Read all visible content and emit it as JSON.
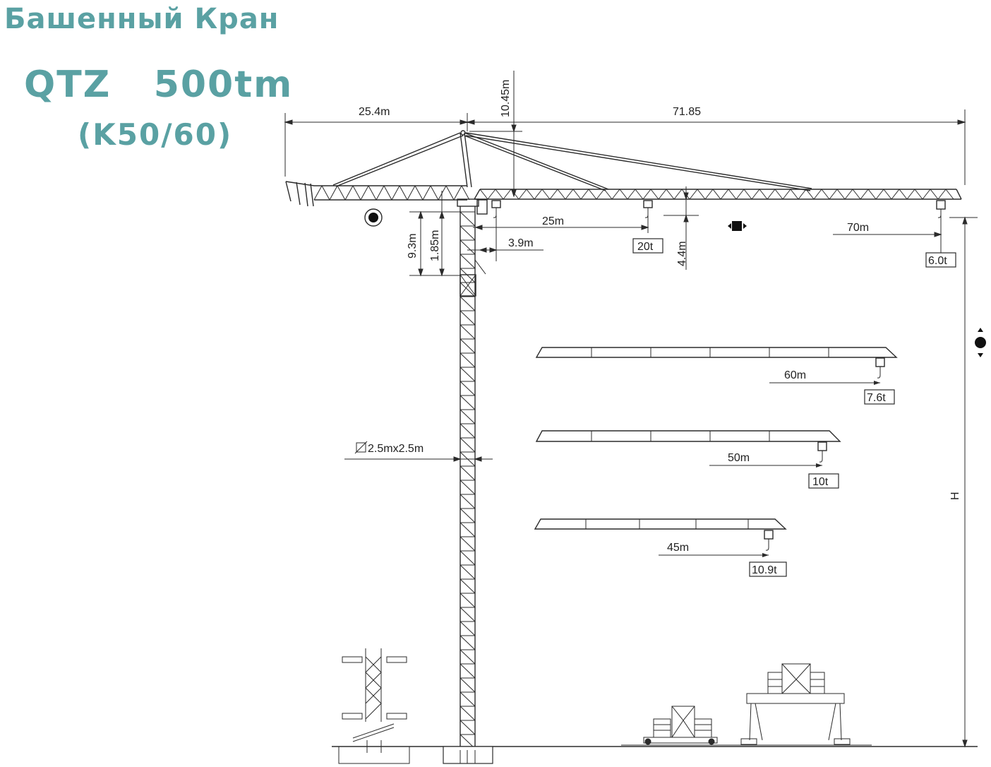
{
  "header": {
    "title": "Башенный Кран",
    "model": "QTZ   500tm",
    "variant": "(K50/60)",
    "title_color": "#5aa1a3"
  },
  "dimensions": {
    "counter_jib": "25.4m",
    "jib_length": "71.85",
    "top_height": "10.45m",
    "cab_height": "9.3m",
    "pivot_height": "1.85m",
    "radius_inner": "3.9m",
    "radius_max_load": "25m",
    "hook_clearance": "4.4m",
    "radius_tip": "70m",
    "tower_section": "2.5mx2.5m",
    "height_label": "H"
  },
  "loads": {
    "max_load": "20t",
    "tip_load_70": "6.0t"
  },
  "jib_variants": [
    {
      "radius": "60m",
      "load": "7.6t"
    },
    {
      "radius": "50m",
      "load": "10t"
    },
    {
      "radius": "45m",
      "load": "10.9t"
    }
  ]
}
